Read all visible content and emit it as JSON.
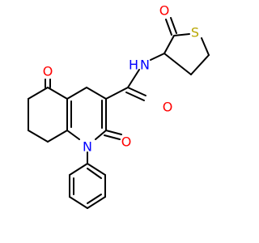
{
  "molecule": {
    "atoms": [
      {
        "id": "ring_O_lactone",
        "label": "O",
        "color": "#ff0000"
      },
      {
        "id": "ring_S",
        "label": "S",
        "color": "#b8a600"
      },
      {
        "id": "amide_N",
        "label": "N",
        "color": "#0000ff"
      },
      {
        "id": "amide_H",
        "label": "H",
        "color": "#0000ff"
      },
      {
        "id": "amide_O",
        "label": "O",
        "color": "#ff0000"
      },
      {
        "id": "ketone_O",
        "label": "O",
        "color": "#ff0000"
      },
      {
        "id": "pyridone_O",
        "label": "O",
        "color": "#ff0000"
      },
      {
        "id": "ring_N",
        "label": "N",
        "color": "#0000ff"
      }
    ]
  }
}
